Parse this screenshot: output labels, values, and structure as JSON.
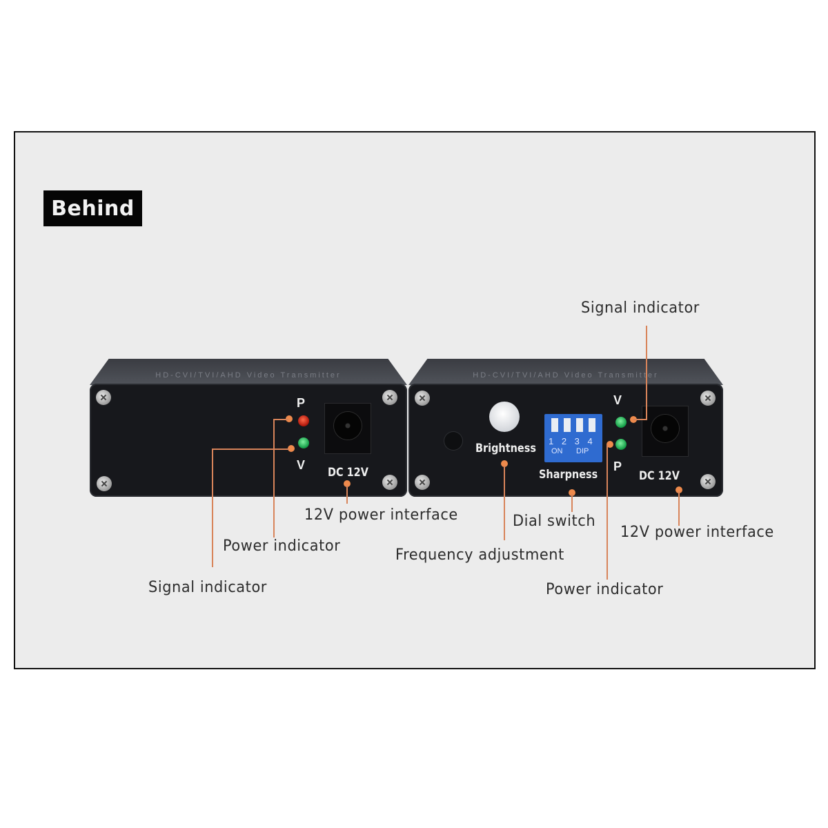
{
  "header": {
    "tag": "Behind"
  },
  "left_unit": {
    "led_top_label": "P",
    "led_bottom_label": "V",
    "jack_label": "DC 12V",
    "top_engraving": "HD-CVI/TVI/AHD Video Transmitter"
  },
  "right_unit": {
    "knob_label": "Brightness",
    "dip_label": "Sharpness",
    "dip_numbers": "1 2 3 4",
    "dip_on": "ON",
    "dip_type": "DIP",
    "led_top_label": "V",
    "led_bottom_label": "P",
    "jack_label": "DC 12V",
    "top_engraving": "HD-CVI/TVI/AHD Video Transmitter"
  },
  "callouts": {
    "left_power_interface": "12V power interface",
    "left_power_indicator": "Power indicator",
    "left_signal_indicator": "Signal indicator",
    "right_signal_indicator": "Signal indicator",
    "frequency_adjustment": "Frequency adjustment",
    "dial_switch": "Dial switch",
    "right_power_indicator": "Power indicator",
    "right_power_interface": "12V power interface"
  },
  "colors": {
    "frame_bg": "#ececec",
    "callout_line": "#d8845a",
    "led_red": "#c0200f",
    "led_green": "#17a04a",
    "dip_blue": "#2f6bd0"
  }
}
